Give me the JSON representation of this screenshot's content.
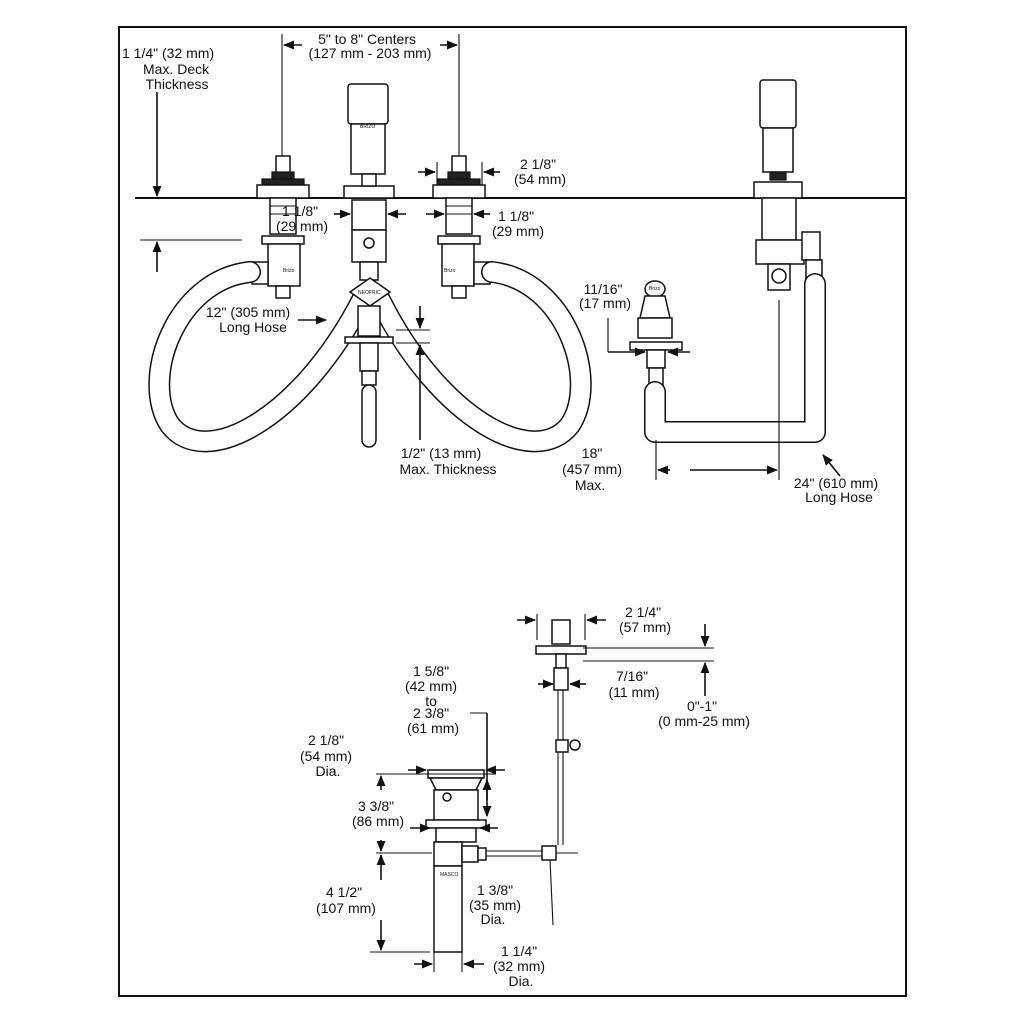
{
  "labels": {
    "deck_l1": "1 1/4\" (32 mm)",
    "deck_l2": "Max. Deck",
    "deck_l3": "Thickness",
    "centers_l1": "5\" to 8\" Centers",
    "centers_l2": "(127 mm - 203 mm)",
    "handle_w_l1": "2 1/8\"",
    "handle_w_l2": "(54 mm)",
    "left_shank_l1": "1 1/8\"",
    "left_shank_l2": "(29 mm)",
    "right_shank_l1": "1 1/8\"",
    "right_shank_l2": "(29 mm)",
    "hose12_l1": "12\" (305 mm)",
    "hose12_l2": "Long Hose",
    "maxthick_l1": "1/2\" (13 mm)",
    "maxthick_l2": "Max. Thickness",
    "diverter_l1": "11/16\"",
    "diverter_l2": "(17 mm)",
    "reach_l1": "18\"",
    "reach_l2": "(457 mm)",
    "reach_l3": "Max.",
    "hose24_l1": "24\" (610 mm)",
    "hose24_l2": "Long Hose",
    "lift_w_l1": "2 1/4\"",
    "lift_w_l2": "(57 mm)",
    "lift_rod_l1": "7/16\"",
    "lift_rod_l2": "(11 mm)",
    "lift_adj_l1": "0\"-1\"",
    "lift_adj_l2": "(0 mm-25 mm)",
    "drain_range_l1": "1 5/8\"",
    "drain_range_l2": "(42 mm)",
    "drain_range_l3": "to",
    "drain_range_l4": "2 3/8\"",
    "drain_range_l5": "(61 mm)",
    "flange_l1": "2 1/8\"",
    "flange_l2": "(54 mm)",
    "flange_l3": "Dia.",
    "body_h_l1": "3 3/8\"",
    "body_h_l2": "(86 mm)",
    "tail_h_l1": "4 1/2\"",
    "tail_h_l2": "(107 mm)",
    "body_dia_l1": "1 3/8\"",
    "body_dia_l2": "(35 mm)",
    "body_dia_l3": "Dia.",
    "tail_dia_l1": "1 1/4\"",
    "tail_dia_l2": "(32 mm)",
    "tail_dia_l3": "Dia."
  },
  "brand": {
    "spout_mark": "BRIZO",
    "manifold_mark": "NEOFRIC",
    "valve_mark": "Brizo",
    "tail_mark": "MASCO"
  },
  "colors": {
    "ink": "#111111",
    "paper": "#ffffff"
  }
}
